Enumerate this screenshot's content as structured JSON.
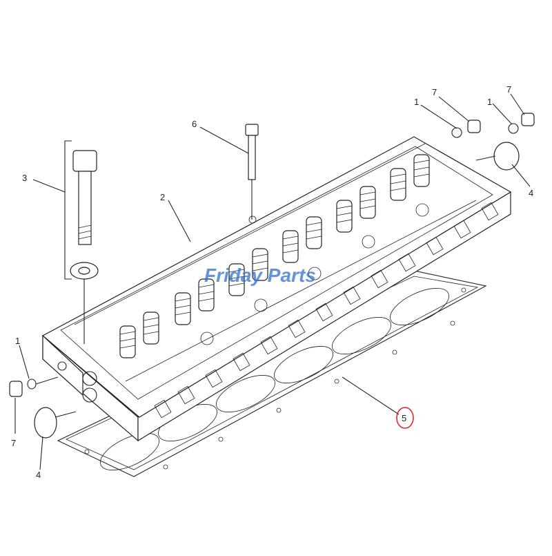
{
  "watermark": {
    "text": "Friday Parts"
  },
  "callouts": [
    {
      "id": "c1-top-a",
      "label": "1"
    },
    {
      "id": "c7-top-a",
      "label": "7"
    },
    {
      "id": "c1-top-b",
      "label": "1"
    },
    {
      "id": "c7-top-b",
      "label": "7"
    },
    {
      "id": "c4-right",
      "label": "4"
    },
    {
      "id": "c6",
      "label": "6"
    },
    {
      "id": "c3",
      "label": "3"
    },
    {
      "id": "c2",
      "label": "2"
    },
    {
      "id": "c1-left",
      "label": "1"
    },
    {
      "id": "c7-left",
      "label": "7"
    },
    {
      "id": "c4-left",
      "label": "4"
    },
    {
      "id": "c5",
      "label": "5"
    }
  ],
  "highlight": {
    "label": "5",
    "color": "#e0262b"
  },
  "colors": {
    "line": "#222222",
    "watermark_a": "#2e6fd0",
    "watermark_b": "#f3a21b"
  }
}
